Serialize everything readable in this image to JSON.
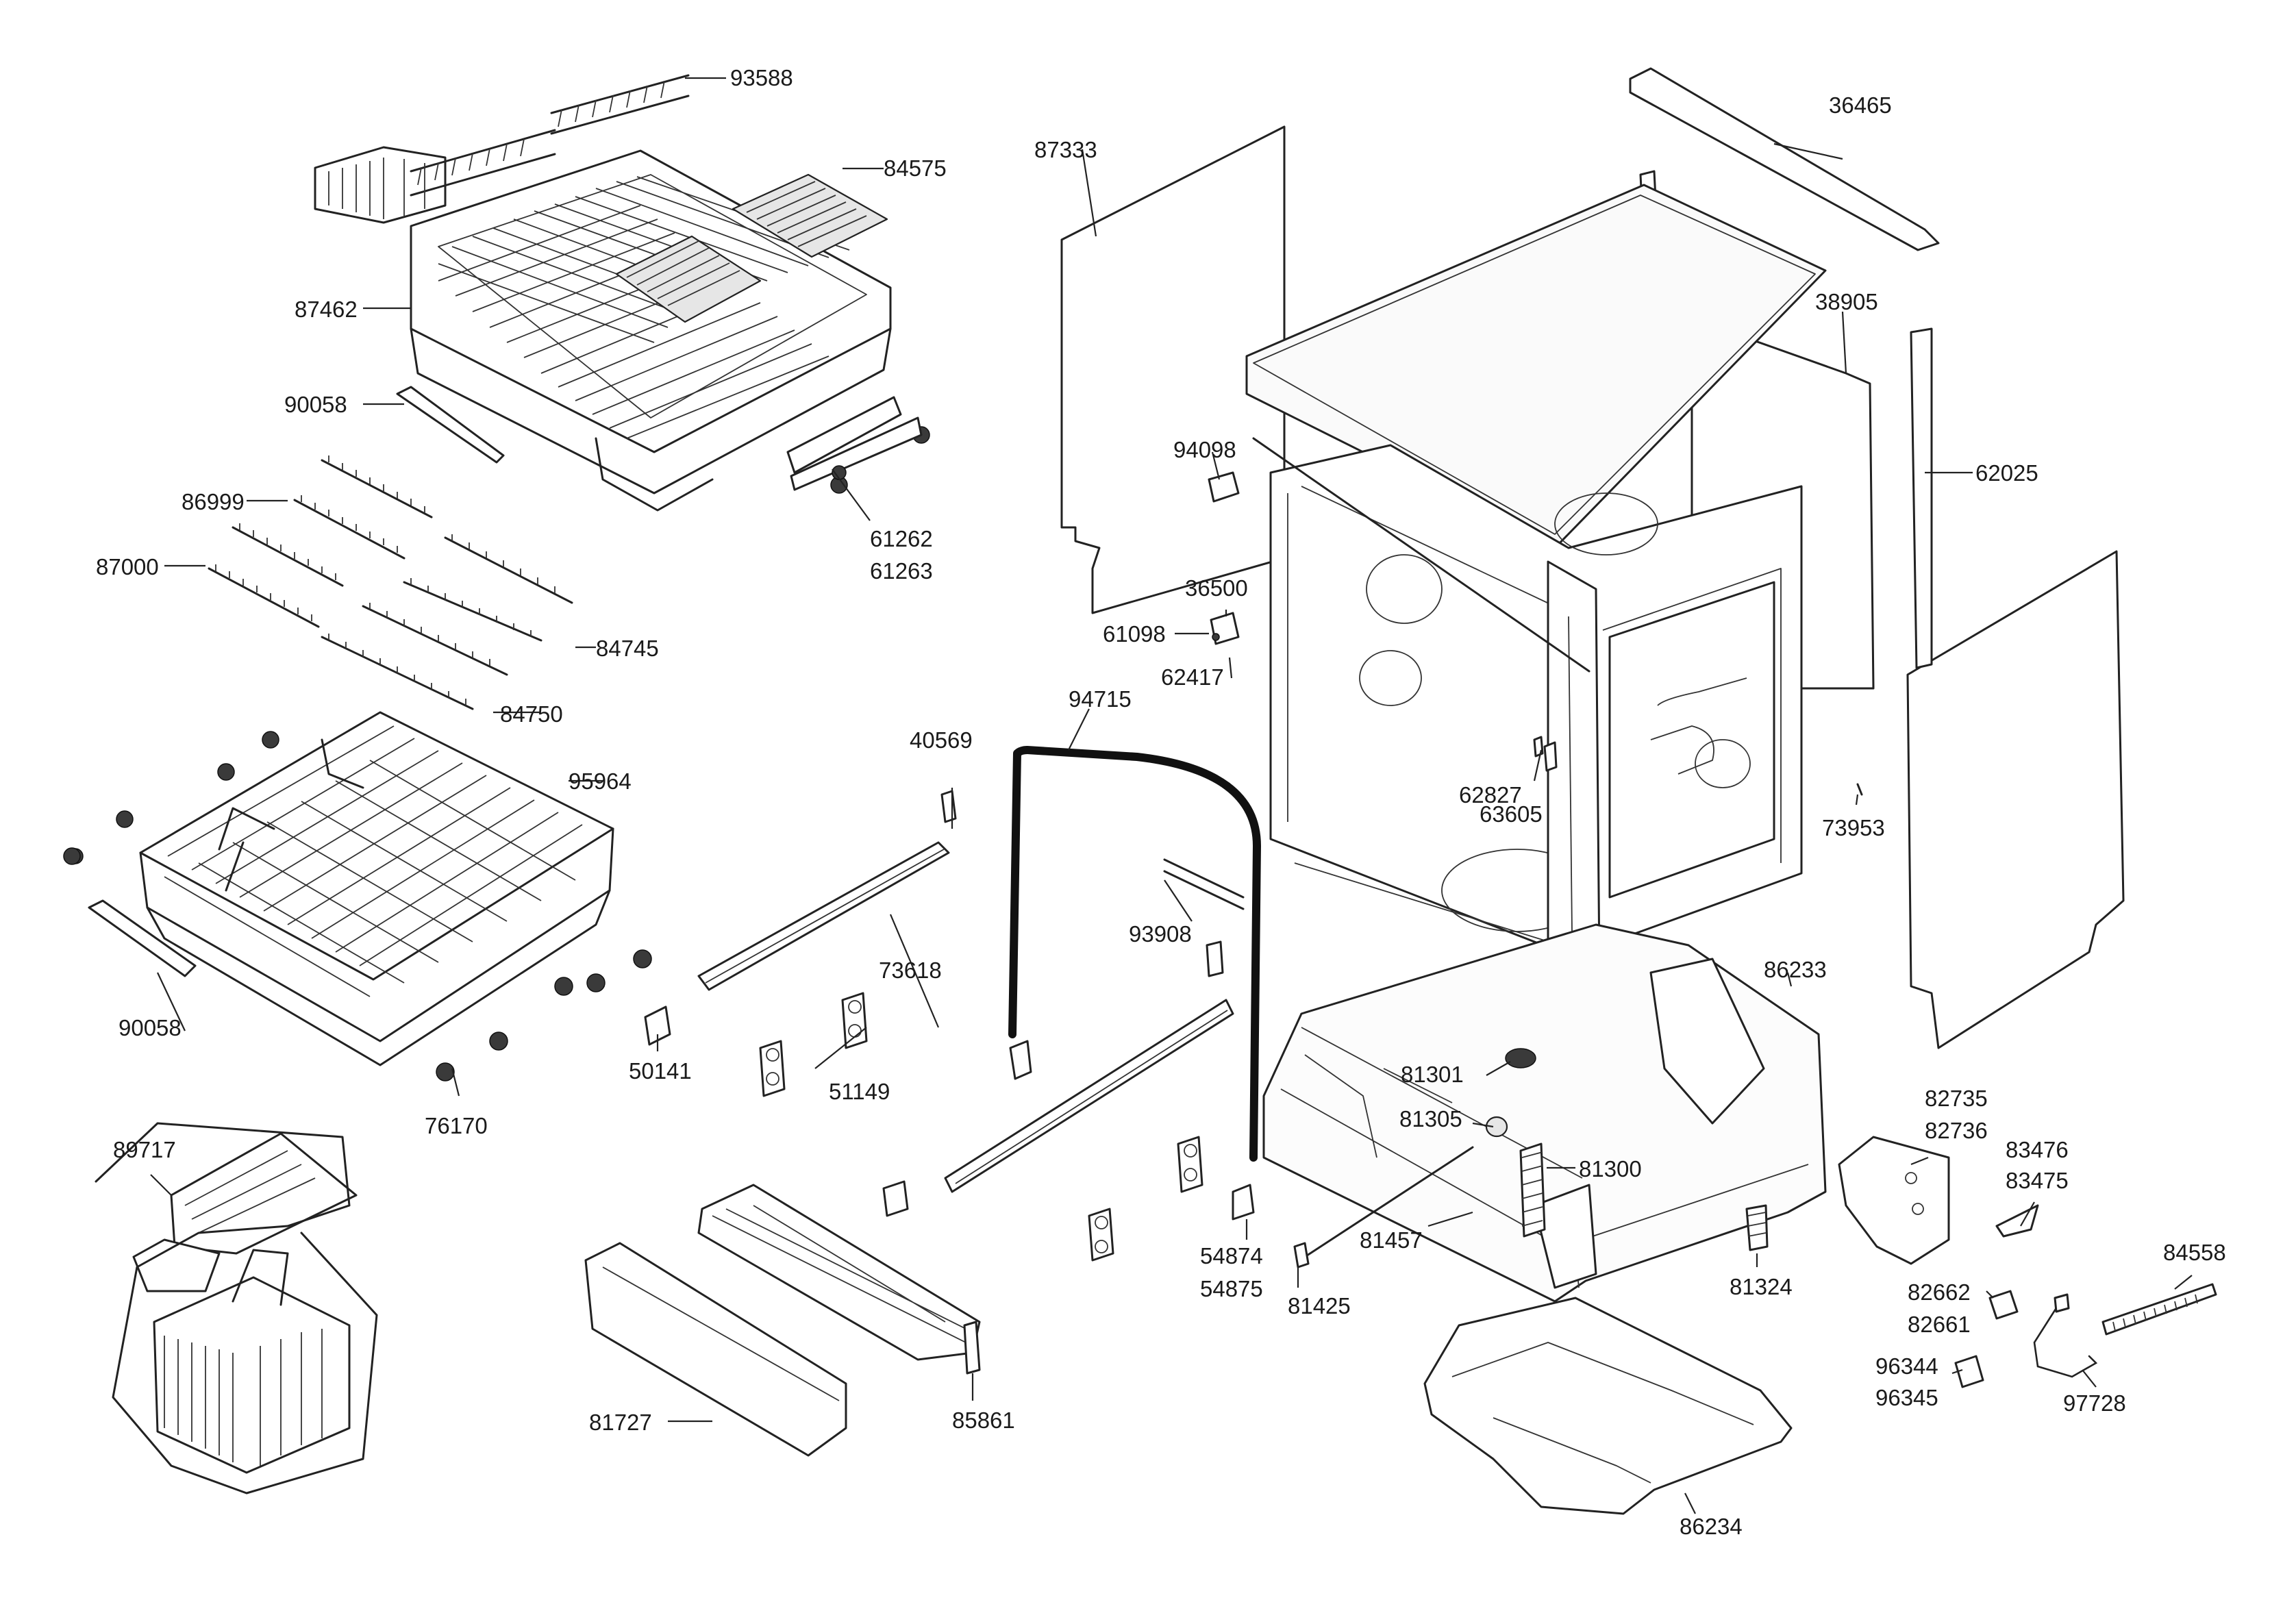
{
  "diagram": {
    "labels": [
      "93588",
      "84575",
      "87462",
      "90058",
      "61262",
      "61263",
      "86999",
      "87000",
      "84745",
      "84750",
      "95964",
      "90058",
      "76170",
      "50141",
      "51149",
      "73618",
      "40569",
      "94715",
      "93908",
      "87333",
      "94098",
      "36500",
      "61098",
      "62417",
      "36465",
      "38905",
      "62025",
      "62827",
      "63605",
      "73953",
      "86233",
      "81301",
      "81305",
      "81300",
      "81457",
      "81425",
      "81324",
      "54874",
      "54875",
      "89717",
      "81727",
      "85861",
      "86234",
      "82735",
      "82736",
      "83476",
      "83475",
      "84558",
      "82662",
      "82661",
      "96344",
      "96345",
      "97728"
    ]
  }
}
